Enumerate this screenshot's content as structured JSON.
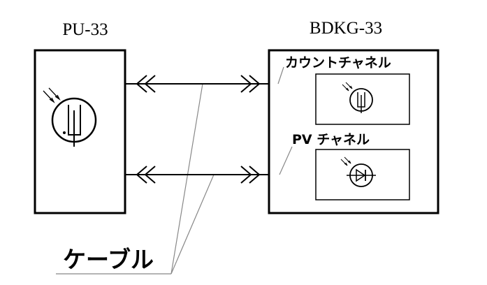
{
  "labels": {
    "pu_title": "PU-33",
    "bdkg_title": "BDKG-33",
    "count_channel": "カウントチャネル",
    "pv_channel": "PV チャネル",
    "cable": "ケーブル"
  },
  "icons": {
    "pu_detector": "gm-tube-with-radiation-icon",
    "count_detector": "gm-tube-with-radiation-icon",
    "pv_detector": "photodiode-with-radiation-icon"
  },
  "colors": {
    "line": "#000000",
    "leader": "#888888",
    "background": "#ffffff"
  }
}
